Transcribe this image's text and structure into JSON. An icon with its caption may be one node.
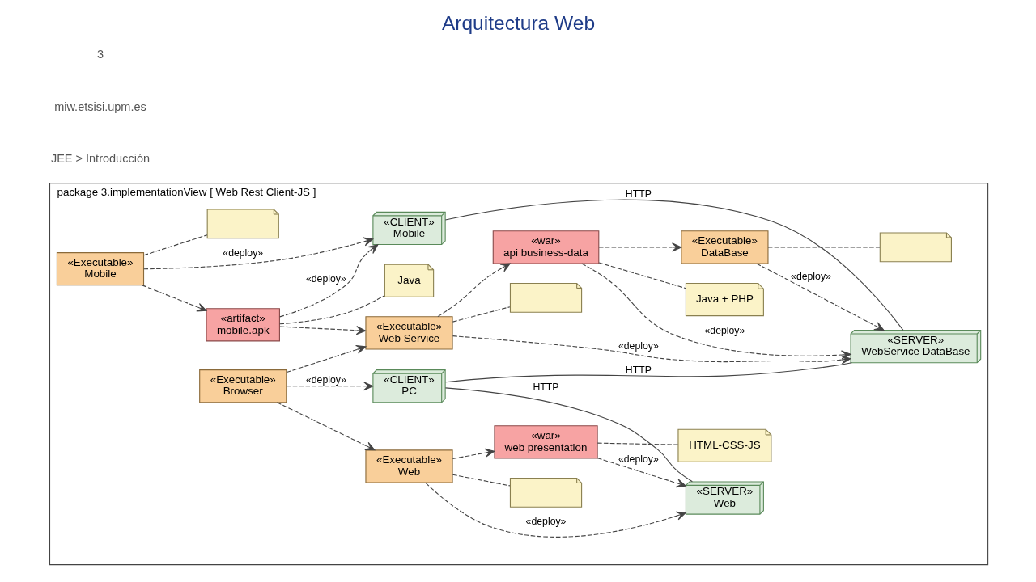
{
  "diagram": {
    "title": "Arquitectura Web",
    "nodes": [
      {
        "text": [
          "package 3.implementationView [ Web Rest Client-JS ]"
        ]
      },
      {
        "text": [
          "«CLIENT»",
          "PC"
        ],
        "in": 0
      },
      {
        "text": [
          "«CLIENT»",
          "Mobile"
        ],
        "in": 0
      },
      {
        "text": [
          "«SERVER»",
          "Web"
        ],
        "in": 0
      },
      {
        "text": [
          "«SERVER»",
          "WebService DataBase"
        ],
        "in": 0
      },
      {
        "text": [
          "«Executable»",
          "Mobile"
        ],
        "in": 0
      },
      {
        "text": [
          "«artifact»",
          "mobile.apk"
        ],
        "in": 0
      },
      {
        "text": [
          "«Executable»",
          "Browser"
        ],
        "in": 0
      },
      {
        "text": [
          "«Executable»",
          "Web"
        ],
        "in": 0
      },
      {
        "text": [
          "«war»",
          "web presentation"
        ],
        "in": 0
      },
      {
        "text": [
          "«Executable»",
          "Web Service"
        ],
        "in": 0
      },
      {
        "text": [
          "«war»",
          "api business-data"
        ],
        "in": 0
      },
      {
        "text": [
          "«Executable»",
          "DataBase"
        ],
        "in": 0
      },
      {
        "text": [],
        "shape": "note",
        "in": 0
      },
      {
        "text": [
          "Java"
        ],
        "in": 0
      },
      {
        "text": [],
        "shape": "note",
        "in": 0
      },
      {
        "text": [
          "HTML-CSS-JS"
        ],
        "in": 0
      },
      {
        "text": [],
        "shape": "note",
        "in": 0
      },
      {
        "text": [
          "Java + PHP"
        ],
        "in": 0
      },
      {
        "text": [],
        "shape": "note",
        "in": 0
      }
    ],
    "edges": [
      {
        "from": 1,
        "to": 4,
        "arrow": "none",
        "label": "HTTP"
      },
      {
        "from": 1,
        "to": 3,
        "arrow": "none",
        "label": "HTTP"
      },
      {
        "from": 2,
        "to": 4,
        "arrow": "none",
        "label": "HTTP"
      },
      {
        "from": 5,
        "to": 2,
        "arrow": "to",
        "label": "«deploy»",
        "style": "dashed"
      },
      {
        "from": 6,
        "to": 2,
        "arrow": "to",
        "label": "«deploy»",
        "style": "dashed"
      },
      {
        "from": 7,
        "to": 1,
        "arrow": "to",
        "label": "«deploy»",
        "style": "dashed"
      },
      {
        "from": 8,
        "to": 3,
        "arrow": "to",
        "label": "«deploy»",
        "style": "dashed"
      },
      {
        "from": 9,
        "to": 3,
        "arrow": "to",
        "label": "«deploy»",
        "style": "dashed"
      },
      {
        "from": 10,
        "to": 4,
        "arrow": "to",
        "label": "«deploy»",
        "style": "dashed"
      },
      {
        "from": 11,
        "to": 4,
        "arrow": "to",
        "label": "«deploy»",
        "style": "dashed"
      },
      {
        "from": 12,
        "to": 4,
        "arrow": "to",
        "label": "«deploy»",
        "style": "dashed"
      },
      {
        "from": 5,
        "to": 6,
        "arrow": "to",
        "style": "dashed"
      },
      {
        "from": 7,
        "to": 8,
        "arrow": "to",
        "style": "dashed"
      },
      {
        "from": 8,
        "to": 9,
        "arrow": "to",
        "style": "dashed"
      },
      {
        "from": 7,
        "to": 10,
        "arrow": "to",
        "style": "dashed"
      },
      {
        "from": 6,
        "to": 10,
        "arrow": "to",
        "style": "dashed"
      },
      {
        "from": 10,
        "to": 11,
        "arrow": "to",
        "style": "dashed"
      },
      {
        "from": 11,
        "to": 12,
        "arrow": "to",
        "style": "dashed"
      },
      {
        "from": 5,
        "to": 13,
        "arrow": "none",
        "style": "dashed"
      },
      {
        "from": 6,
        "to": 14,
        "arrow": "none",
        "style": "dashed"
      },
      {
        "from": 8,
        "to": 15,
        "arrow": "none",
        "style": "dashed"
      },
      {
        "from": 9,
        "to": 16,
        "arrow": "none",
        "style": "dashed"
      },
      {
        "from": 10,
        "to": 17,
        "arrow": "none",
        "style": "dashed"
      },
      {
        "from": 11,
        "to": 18,
        "arrow": "none",
        "style": "dashed"
      },
      {
        "from": 12,
        "to": 19,
        "arrow": "none",
        "style": "dashed"
      }
    ],
    "labels": [
      "JEE > Introducción",
      "miw.etsisi.upm.es",
      "3"
    ]
  }
}
